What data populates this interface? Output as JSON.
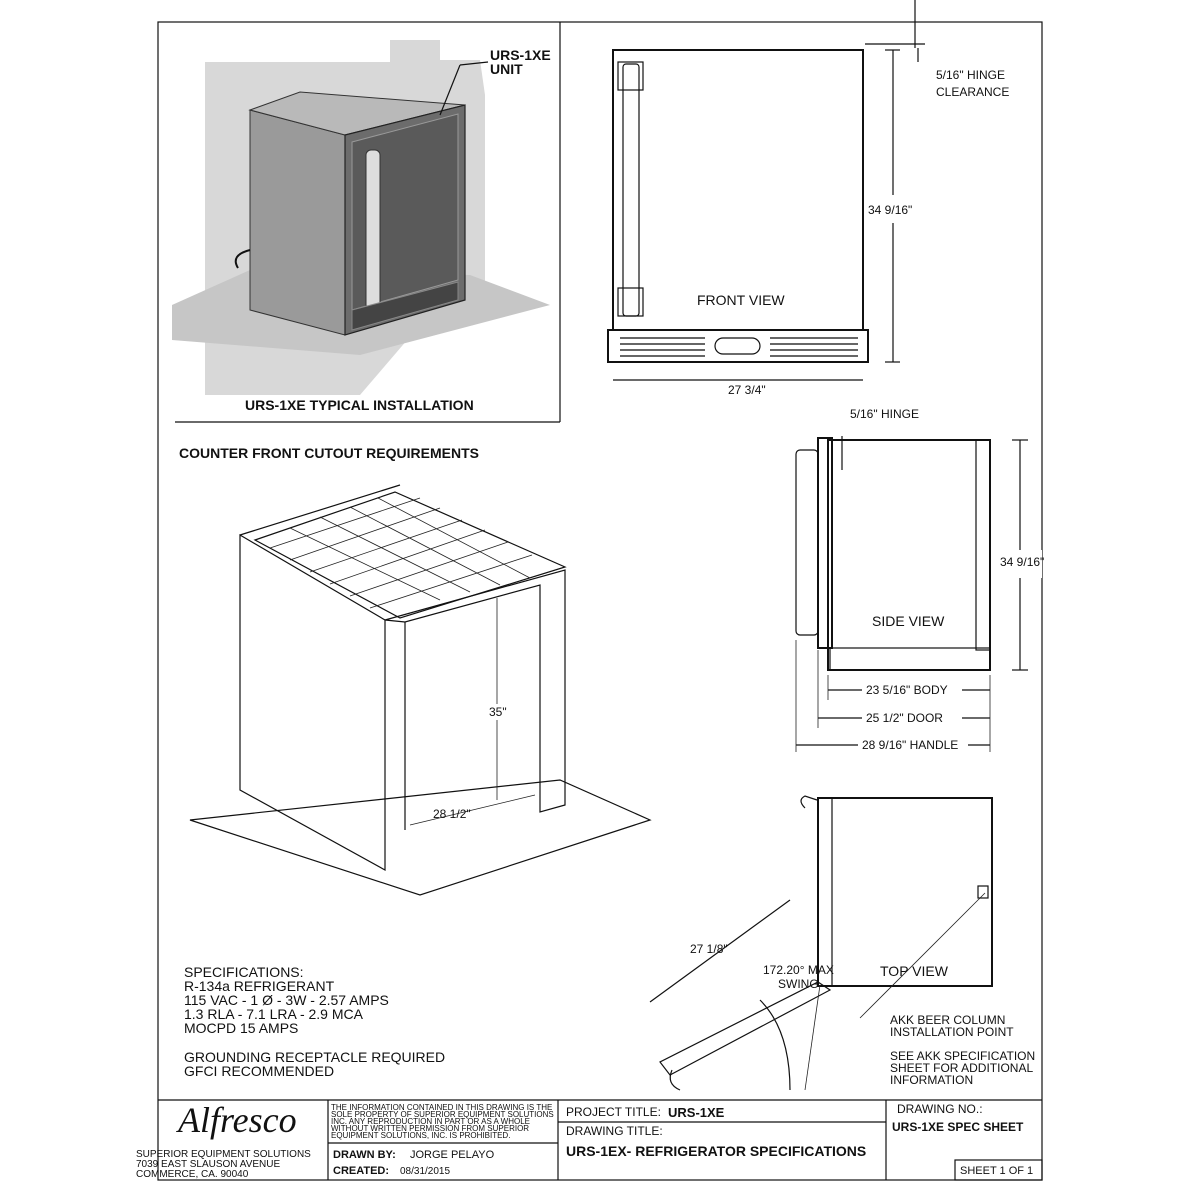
{
  "installation": {
    "unit_label_line1": "URS-1XE",
    "unit_label_line2": "UNIT",
    "caption": "URS-1XE TYPICAL INSTALLATION"
  },
  "front_view": {
    "label": "FRONT VIEW",
    "height_dim": "34 9/16\"",
    "width_dim": "27 3/4\"",
    "hinge_clearance_dim": "5/16\" HINGE",
    "hinge_clearance_line2": "CLEARANCE"
  },
  "side_view": {
    "label": "SIDE VIEW",
    "hinge_dim": "5/16\" HINGE",
    "height_dim": "34 9/16\"",
    "body_dim": "23 5/16\" BODY",
    "door_dim": "25 1/2\" DOOR",
    "handle_dim": "28 9/16\" HANDLE"
  },
  "cutout": {
    "title": "COUNTER FRONT CUTOUT REQUIREMENTS",
    "height_dim": "35\"",
    "width_dim": "28 1/2\""
  },
  "top_view": {
    "label": "TOP VIEW",
    "door_dim": "27 1/8\"",
    "swing_line1": "172.20° MAX",
    "swing_line2": "SWING",
    "akk_line1": "AKK BEER COLUMN",
    "akk_line2": "INSTALLATION POINT",
    "see_line1": "SEE AKK SPECIFICATION",
    "see_line2": "SHEET FOR ADDITIONAL",
    "see_line3": "INFORMATION"
  },
  "specifications": {
    "heading": "SPECIFICATIONS:",
    "lines": [
      "R-134a REFRIGERANT",
      "115 VAC - 1 Ø - 3W - 2.57 AMPS",
      "1.3 RLA - 7.1 LRA - 2.9 MCA",
      "MOCPD 15 AMPS"
    ],
    "notes": [
      "GROUNDING RECEPTACLE REQUIRED",
      "GFCI RECOMMENDED"
    ]
  },
  "title_block": {
    "logo": "Alfresco",
    "company": "SUPERIOR EQUIPMENT SOLUTIONS",
    "address1": "7039 EAST SLAUSON AVENUE",
    "address2": "COMMERCE, CA. 90040",
    "disclaimer": [
      "THE INFORMATION CONTAINED IN THIS DRAWING IS THE",
      "SOLE PROPERTY OF SUPERIOR EQUIPMENT SOLUTIONS",
      "INC. ANY REPRODUCTION IN PART OR AS A WHOLE",
      "WITHOUT WRITTEN PERMISSION FROM SUPERIOR",
      "EQUIPMENT SOLUTIONS, INC. IS PROHIBITED."
    ],
    "drawn_by_label": "DRAWN BY:",
    "drawn_by": "JORGE PELAYO",
    "created_label": "CREATED:",
    "created": "08/31/2015",
    "project_title_label": "PROJECT TITLE:",
    "project_title": "URS-1XE",
    "drawing_title_label": "DRAWING TITLE:",
    "drawing_title": "URS-1EX- REFRIGERATOR SPECIFICATIONS",
    "drawing_no_label": "DRAWING NO.:",
    "drawing_no": "URS-1XE SPEC SHEET",
    "sheet": "SHEET 1 OF 1"
  }
}
